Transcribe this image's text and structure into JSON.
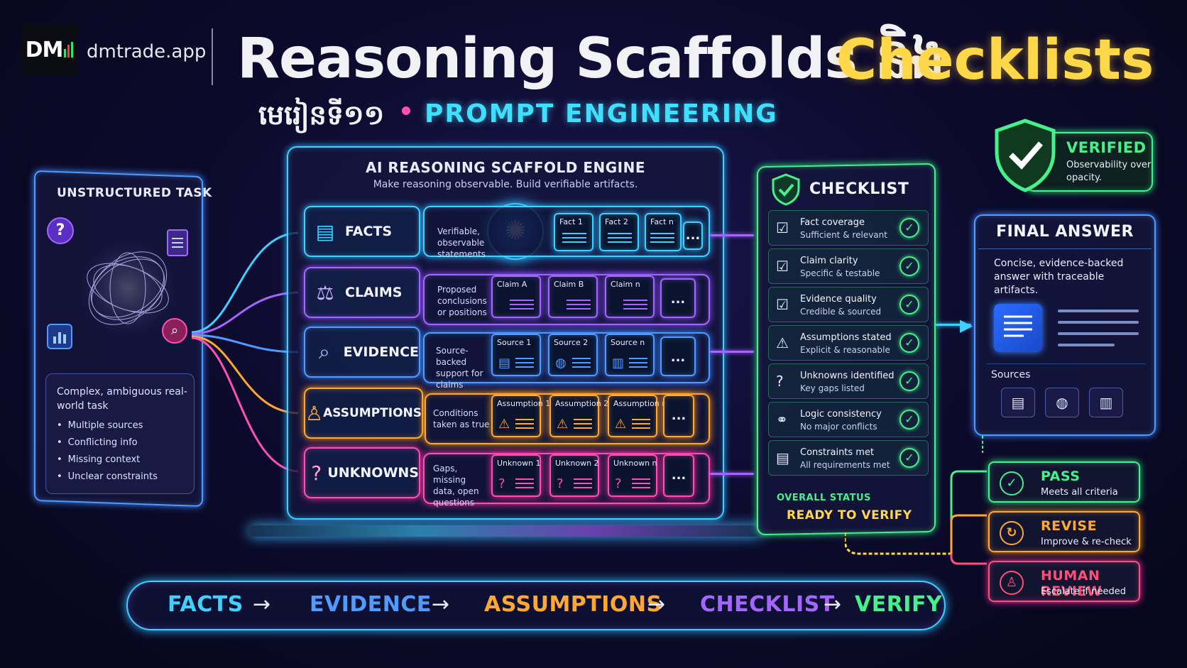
{
  "header": {
    "logo_text": "DM",
    "site": "dmtrade.app",
    "title_main": "Reasoning Scaffolds និង",
    "title_accent": "Checklists",
    "subtitle_km": "មេរៀនទី១១",
    "subtitle_en": "PROMPT ENGINEERING"
  },
  "task": {
    "title": "UNSTRUCTURED TASK",
    "desc": "Complex, ambiguous real-world task",
    "bullets": [
      "Multiple sources",
      "Conflicting info",
      "Missing context",
      "Unclear constraints"
    ],
    "icons": [
      "question-icon",
      "document-icon",
      "chart-icon",
      "magnifier-icon"
    ]
  },
  "engine": {
    "title": "AI  REASONING SCAFFOLD ENGINE",
    "subtitle": "Make reasoning observable. Build verifiable artifacts.",
    "rows": [
      {
        "label": "FACTS",
        "desc": "Verifiable, observable statements",
        "cards": [
          "Fact 1",
          "Fact 2",
          "Fact n"
        ],
        "more": "...",
        "color": "#3fd0ff"
      },
      {
        "label": "CLAIMS",
        "desc": "Proposed conclusions or positions",
        "cards": [
          "Claim A",
          "Claim B",
          "Claim n"
        ],
        "more": "...",
        "color": "#a566ff"
      },
      {
        "label": "EVIDENCE",
        "desc": "Source-backed support for claims",
        "cards": [
          "Source 1",
          "Source 2",
          "Source n"
        ],
        "more": "...",
        "color": "#4f9bff"
      },
      {
        "label": "ASSUMPTIONS",
        "desc": "Conditions taken as true",
        "cards": [
          "Assumption 1",
          "Assumption 2",
          "Assumption n"
        ],
        "more": "...",
        "color": "#ffa733"
      },
      {
        "label": "UNKNOWNS",
        "desc": "Gaps, missing data, open questions",
        "cards": [
          "Unknown 1",
          "Unknown 2",
          "Unknown n"
        ],
        "more": "...",
        "color": "#ff4fb5"
      }
    ]
  },
  "checklist": {
    "title": "CHECKLIST",
    "items": [
      {
        "title": "Fact coverage",
        "sub": "Sufficient & relevant",
        "icon": "checkbox-icon"
      },
      {
        "title": "Claim clarity",
        "sub": "Specific & testable",
        "icon": "checkbox-icon"
      },
      {
        "title": "Evidence quality",
        "sub": "Credible & sourced",
        "icon": "checkbox-icon"
      },
      {
        "title": "Assumptions stated",
        "sub": "Explicit & reasonable",
        "icon": "warning-doc-icon"
      },
      {
        "title": "Unknowns identified",
        "sub": "Key gaps listed",
        "icon": "question-doc-icon"
      },
      {
        "title": "Logic consistency",
        "sub": "No major conflicts",
        "icon": "nodes-icon"
      },
      {
        "title": "Constraints met",
        "sub": "All requirements met",
        "icon": "list-doc-icon"
      }
    ],
    "overall_label": "OVERALL STATUS",
    "overall_value": "READY TO VERIFY"
  },
  "verified": {
    "title": "VERIFIED",
    "desc": "Observability over opacity."
  },
  "final_answer": {
    "title": "FINAL ANSWER",
    "desc": "Concise, evidence-backed answer with traceable artifacts.",
    "sources_label": "Sources",
    "source_icons": [
      "document-icon",
      "globe-icon",
      "chart-icon"
    ]
  },
  "outcomes": [
    {
      "title": "PASS",
      "sub": "Meets all criteria",
      "color": "#46f08a"
    },
    {
      "title": "REVISE",
      "sub": "Improve & re-check",
      "color": "#ffa733"
    },
    {
      "title": "HUMAN REVIEW",
      "sub": "Escalate if needed",
      "color": "#ff4f7a"
    }
  ],
  "flow": [
    "FACTS",
    "EVIDENCE",
    "ASSUMPTIONS",
    "CHECKLIST",
    "VERIFY"
  ],
  "colors": {
    "cyan": "#3fd0ff",
    "purple": "#a566ff",
    "blue": "#4f9bff",
    "orange": "#ffa733",
    "pink": "#ff4fb5",
    "green": "#46f08a",
    "yellow": "#ffd84a"
  }
}
